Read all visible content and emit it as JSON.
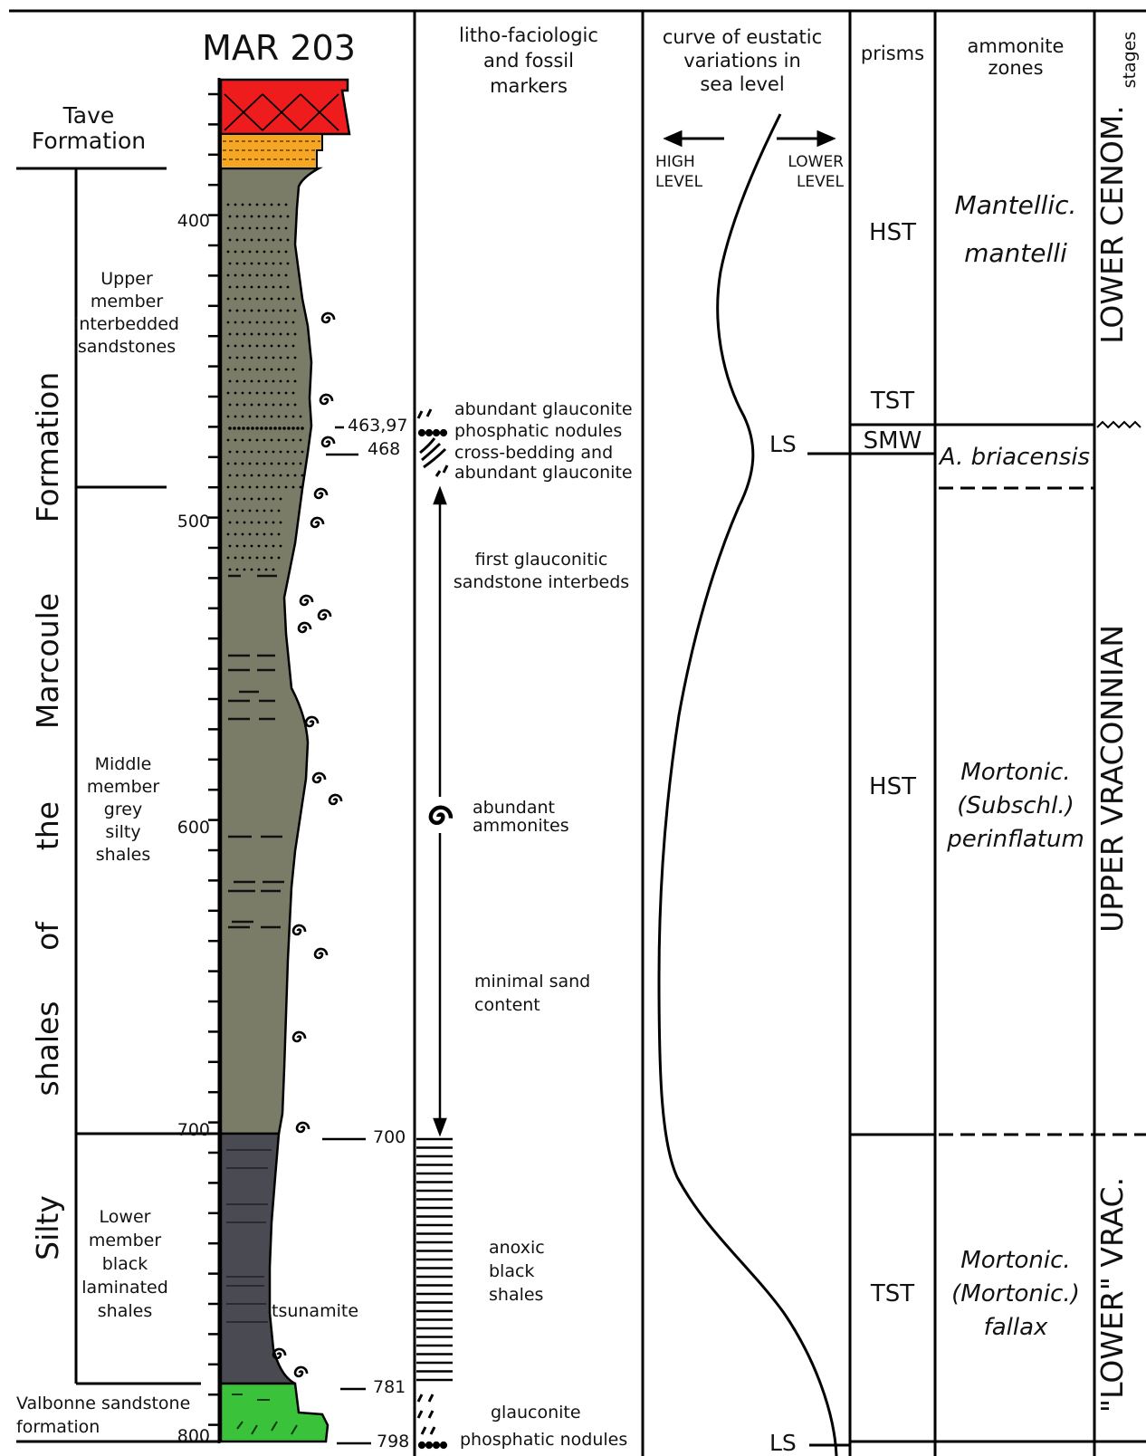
{
  "section": {
    "title": "MAR 203",
    "depth_labels": [
      "400",
      "500",
      "600",
      "700",
      "800"
    ],
    "marker_labels": [
      "463,97",
      "468",
      "700",
      "781",
      "798"
    ],
    "tsunamite_label": "tsunamite"
  },
  "formations": {
    "tave": "Tave\nFormation",
    "silty_shales": [
      "Silty",
      "shales",
      "of",
      "the",
      "Marcoule",
      "Formation"
    ],
    "upper_member": "Upper\nmember\ninterbedded\nsandstones",
    "middle_member": "Middle\nmember\ngrey\nsilty\nshales",
    "lower_member": "Lower\nmember\nblack\nlaminated\nshales",
    "valbonne": "Valbonne sandstone\nformation"
  },
  "markers": {
    "header": "litho-faciologic\nand fossil\nmarkers",
    "glauconite_1": "abundant glauconite",
    "phosphatic_1": "phosphatic nodules",
    "cross_bedding": "cross-bedding and\nabundant glauconite",
    "first_glauconitic": "first glauconitic\nsandstone interbeds",
    "abundant_ammonites": "abundant\nammonites",
    "minimal_sand": "minimal sand\ncontent",
    "anoxic": "anoxic\nblack\nshales",
    "glauconite_2": "glauconite",
    "phosphatic_2": "phosphatic nodules"
  },
  "curve": {
    "header": "curve of eustatic\nvariations in\nsea level",
    "high": "HIGH\nLEVEL",
    "lower": "LOWER\nLEVEL",
    "ls_upper": "LS",
    "ls_lower": "LS"
  },
  "prisms": {
    "header": "prisms",
    "items": [
      "HST",
      "TST",
      "SMW",
      "HST",
      "TST"
    ]
  },
  "zones": {
    "header": "ammonite\nzones",
    "items": [
      "Mantellic.\nmantelli",
      "A. briacensis",
      "Mortonic.\n(Subschl.)\nperinflatum",
      "Mortonic.\n(Mortonic.)\nfallax"
    ]
  },
  "stages": {
    "header": "stages",
    "items": [
      "LOWER  CENOM.",
      "UPPER      VRACONNIAN",
      "\"LOWER\" VRAC."
    ]
  },
  "colors": {
    "tave_red": "#ee1c1c",
    "tave_orange": "#f5a623",
    "grey_shale": "#7b7c68",
    "black_shale": "#4a4a52",
    "valbonne_green": "#3bc23b"
  }
}
